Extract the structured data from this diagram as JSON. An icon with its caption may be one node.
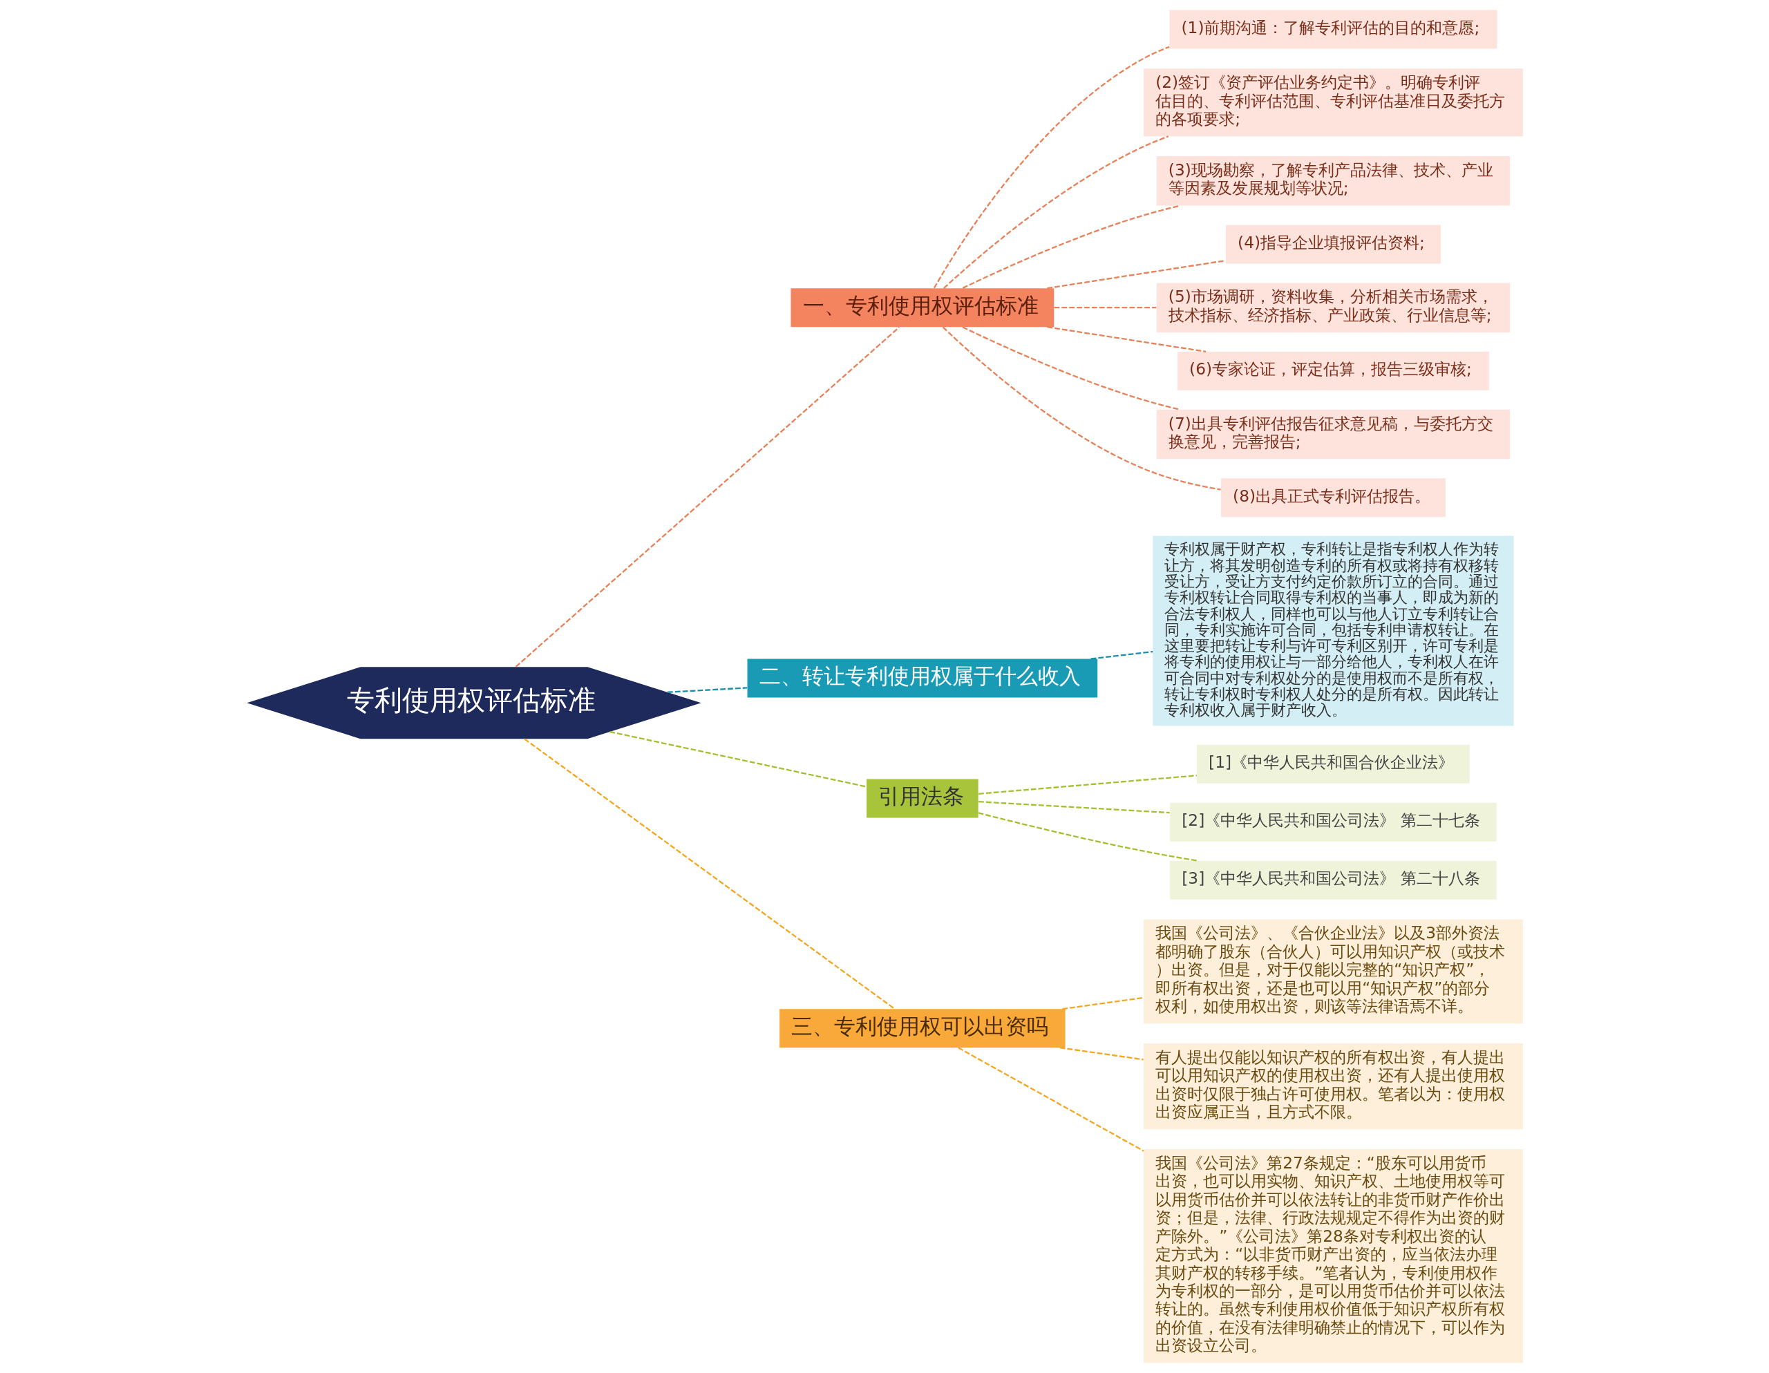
{
  "diagram": {
    "nodes": [
      {
        "text": [
          "专利使用权评估标准"
        ]
      },
      {
        "text": [
          "一、专利使用权评估标准"
        ]
      },
      {
        "text": [
          "(1)前期沟通：了解专利评估的目的和意愿;"
        ]
      },
      {
        "text": [
          "(2)签订《资产评估业务约定书》。明确专利评估目的、专利评估范围、专利评估基准日及委托方的各项要求;"
        ]
      },
      {
        "text": [
          "(3)现场勘察，了解专利产品法律、技术、产业等因素及发展规划等状况;"
        ]
      },
      {
        "text": [
          "(4)指导企业填报评估资料;"
        ]
      },
      {
        "text": [
          "(5)市场调研，资料收集，分析相关市场需求，技术指标、经济指标、产业政策、行业信息等;"
        ]
      },
      {
        "text": [
          "(6)专家论证，评定估算，报告三级审核;"
        ]
      },
      {
        "text": [
          "(7)出具专利评估报告征求意见稿，与委托方交换意见，完善报告;"
        ]
      },
      {
        "text": [
          "(8)出具正式专利评估报告。"
        ]
      },
      {
        "text": [
          "二、转让专利使用权属于什么收入"
        ]
      },
      {
        "text": [
          "专利权属于财产权，专利转让是指专利权人作为转让方，将其发明创造专利的所有权或将持有权移转受让方，受让方支付约定价款所订立的合同。通过专利权转让合同取得专利权的当事人，即成为新的合法专利权人，同样也可以与他人订立专利转让合同，专利实施许可合同，包括专利申请权转让。在这里要把转让专利与许可专利区别开，许可专利是将专利的使用权让与一部分给他人，专利权人在许可合同中对专利权处分的是使用权而不是所有权，转让专利权时专利权人处分的是所有权。因此转让专利权收入属于财产收入。"
        ]
      },
      {
        "text": [
          "引用法条"
        ]
      },
      {
        "text": [
          "[1]《中华人民共和国合伙企业法》"
        ]
      },
      {
        "text": [
          "[2]《中华人民共和国公司法》 第二十七条"
        ]
      },
      {
        "text": [
          "[3]《中华人民共和国公司法》 第二十八条"
        ]
      },
      {
        "text": [
          "三、专利使用权可以出资吗"
        ]
      },
      {
        "text": [
          "我国《公司法》、《合伙企业法》以及3部外资法都明确了股东（合伙人）可以用知识产权（或技术）出资。但是，对于仅能以完整的“知识产权”，即所有权出资，还是也可以用“知识产权”的部分权利，如使用权出资，则该等法律语焉不详。"
        ]
      },
      {
        "text": [
          "有人提出仅能以知识产权的所有权出资，有人提出可以用知识产权的使用权出资，还有人提出使用权出资时仅限于独占许可使用权。笔者以为：使用权出资应属正当，且方式不限。"
        ]
      },
      {
        "text": [
          "我国《公司法》第27条规定：“股东可以用货币出资，也可以用实物、知识产权、土地使用权等可以用货币估价并可以依法转让的非货币财产作价出资；但是，法律、行政法规规定不得作为出资的财产除外。”《公司法》第28条对专利权出资的认定方式为：“以非货币财产出资的，应当依法办理其财产权的转移手续。”笔者认为，专利使用权作为专利权的一部分，是可以用货币估价并可以依法转让的。虽然专利使用权价值低于知识产权所有权的价值，在没有法律明确禁止的情况下，可以作为出资设立公司。"
        ]
      }
    ],
    "edges": [
      {
        "from": 0,
        "to": 1,
        "arrow": "none",
        "style": "dashed"
      },
      {
        "from": 1,
        "to": 2,
        "arrow": "none",
        "style": "dashed"
      },
      {
        "from": 1,
        "to": 3,
        "arrow": "none",
        "style": "dashed"
      },
      {
        "from": 1,
        "to": 4,
        "arrow": "none",
        "style": "dashed"
      },
      {
        "from": 1,
        "to": 5,
        "arrow": "none",
        "style": "dashed"
      },
      {
        "from": 1,
        "to": 6,
        "arrow": "none",
        "style": "dashed"
      },
      {
        "from": 1,
        "to": 7,
        "arrow": "none",
        "style": "dashed"
      },
      {
        "from": 1,
        "to": 8,
        "arrow": "none",
        "style": "dashed"
      },
      {
        "from": 1,
        "to": 9,
        "arrow": "none",
        "style": "dashed"
      },
      {
        "from": 0,
        "to": 10,
        "arrow": "none",
        "style": "dashed",
        "color": "#1a8fa8"
      },
      {
        "from": 10,
        "to": 11,
        "arrow": "none",
        "style": "dashed",
        "color": "#1a8fa8"
      },
      {
        "from": 0,
        "to": 12,
        "arrow": "none",
        "style": "dashed",
        "color": "#a3c12f"
      },
      {
        "from": 12,
        "to": 13,
        "arrow": "none",
        "style": "dashed",
        "color": "#a3c12f"
      },
      {
        "from": 12,
        "to": 14,
        "arrow": "none",
        "style": "dashed",
        "color": "#a3c12f"
      },
      {
        "from": 12,
        "to": 15,
        "arrow": "none",
        "style": "dashed",
        "color": "#a3c12f"
      },
      {
        "from": 0,
        "to": 16,
        "arrow": "none",
        "style": "dashed",
        "color": "#f5a623"
      },
      {
        "from": 16,
        "to": 17,
        "arrow": "none",
        "style": "dashed",
        "color": "#f5a623"
      },
      {
        "from": 16,
        "to": 18,
        "arrow": "none",
        "style": "dashed",
        "color": "#f5a623"
      },
      {
        "from": 16,
        "to": 19,
        "arrow": "none",
        "style": "dashed",
        "color": "#f5a623"
      }
    ]
  }
}
